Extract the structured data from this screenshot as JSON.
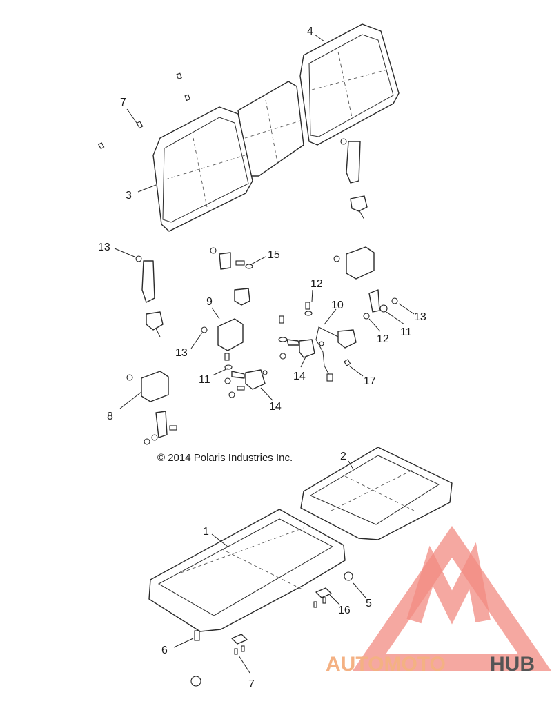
{
  "diagram": {
    "copyright": "© 2014 Polaris Industries Inc.",
    "callouts": [
      {
        "id": "c4",
        "label": "4"
      },
      {
        "id": "c7a",
        "label": "7"
      },
      {
        "id": "c3",
        "label": "3"
      },
      {
        "id": "c13a",
        "label": "13"
      },
      {
        "id": "c15",
        "label": "15"
      },
      {
        "id": "c12a",
        "label": "12"
      },
      {
        "id": "c9",
        "label": "9"
      },
      {
        "id": "c10",
        "label": "10"
      },
      {
        "id": "c13b",
        "label": "13"
      },
      {
        "id": "c12b",
        "label": "12"
      },
      {
        "id": "c11a",
        "label": "11"
      },
      {
        "id": "c13c",
        "label": "13"
      },
      {
        "id": "c11b",
        "label": "11"
      },
      {
        "id": "c14a",
        "label": "14"
      },
      {
        "id": "c17",
        "label": "17"
      },
      {
        "id": "c14b",
        "label": "14"
      },
      {
        "id": "c8",
        "label": "8"
      },
      {
        "id": "c2",
        "label": "2"
      },
      {
        "id": "c1",
        "label": "1"
      },
      {
        "id": "c5",
        "label": "5"
      },
      {
        "id": "c16",
        "label": "16"
      },
      {
        "id": "c6",
        "label": "6"
      },
      {
        "id": "c7b",
        "label": "7"
      }
    ]
  },
  "watermark": {
    "brand_part1": "AUTOMOTO",
    "brand_part2": "HUB",
    "color_primary": "#f4b183",
    "color_secondary": "#f28b82",
    "color_dark": "#555555"
  },
  "icons": {
    "bolt": "bolt-icon",
    "nut": "nut-icon",
    "washer": "washer-icon"
  }
}
